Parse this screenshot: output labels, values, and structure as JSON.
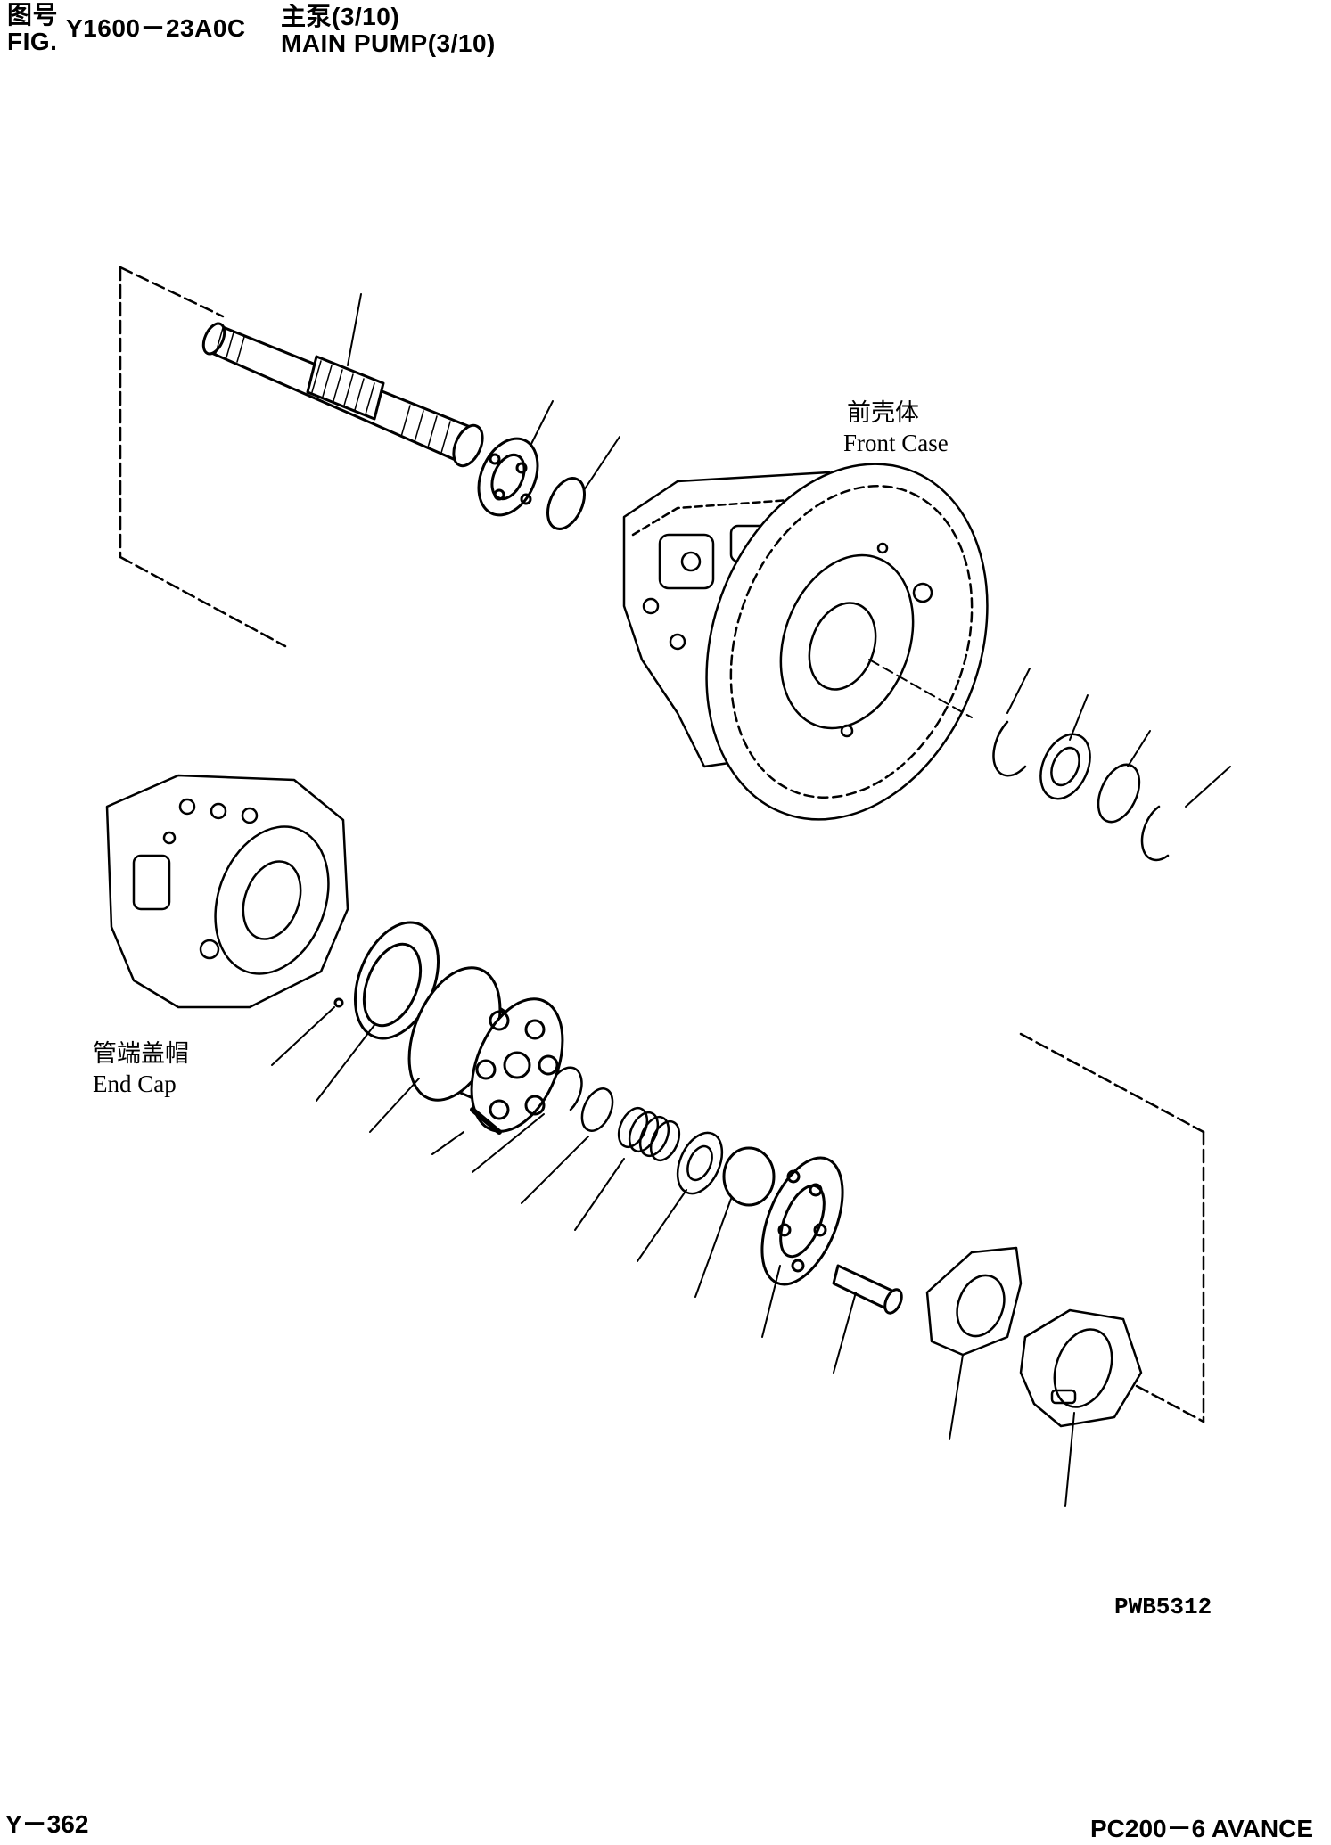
{
  "header": {
    "fig_label_cjk": "图号",
    "fig_label": "FIG.",
    "fig_code": "Y1600－23A0C",
    "title_cjk": "主泵(3/10)",
    "title_en": "MAIN PUMP(3/10)"
  },
  "callouts": {
    "front_case_cjk": "前壳体",
    "front_case_en": "Front Case",
    "end_cap_cjk": "管端盖帽",
    "end_cap_en": "End Cap"
  },
  "footer": {
    "drawing_no": "PWB5312",
    "page": "Y－362",
    "model": "PC200－6 AVANCE"
  }
}
